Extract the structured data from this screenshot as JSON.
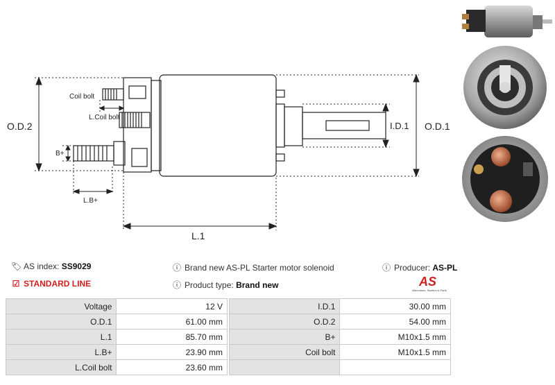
{
  "drawing": {
    "labels": {
      "od2": "O.D.2",
      "od1": "O.D.1",
      "id1": "I.D.1",
      "l1": "L.1",
      "lb": "L.B+",
      "b": "B+",
      "coil_bolt": "Coil bolt",
      "l_coil_bolt": "L.Coil bolt"
    }
  },
  "info": {
    "as_index_label": "AS index:",
    "as_index_value": "SS9029",
    "standard_line": "STANDARD LINE",
    "description": "Brand new AS-PL Starter motor solenoid",
    "product_type_label": "Product type:",
    "product_type_value": "Brand new",
    "producer_label": "Producer:",
    "producer_value": "AS-PL",
    "logo_text": "AS",
    "logo_tagline": "Alternators, Starters & Parts"
  },
  "specs": [
    {
      "l1": "Voltage",
      "v1": "12 V",
      "l2": "I.D.1",
      "v2": "30.00 mm"
    },
    {
      "l1": "O.D.1",
      "v1": "61.00 mm",
      "l2": "O.D.2",
      "v2": "54.00 mm"
    },
    {
      "l1": "L.1",
      "v1": "85.70 mm",
      "l2": "B+",
      "v2": "M10x1.5 mm"
    },
    {
      "l1": "L.B+",
      "v1": "23.90 mm",
      "l2": "Coil bolt",
      "v2": "M10x1.5 mm"
    },
    {
      "l1": "L.Coil bolt",
      "v1": "23.60 mm",
      "l2": "",
      "v2": ""
    }
  ],
  "colors": {
    "accent": "#d11f1f",
    "label_bg": "#e3e3e3",
    "border": "#c9c9c9"
  }
}
